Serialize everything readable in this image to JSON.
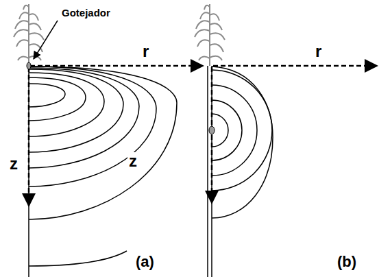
{
  "diagram": {
    "labels": [
      "Gotejador",
      "r",
      "z",
      "z",
      "(a)",
      "r",
      "(b)"
    ]
  }
}
